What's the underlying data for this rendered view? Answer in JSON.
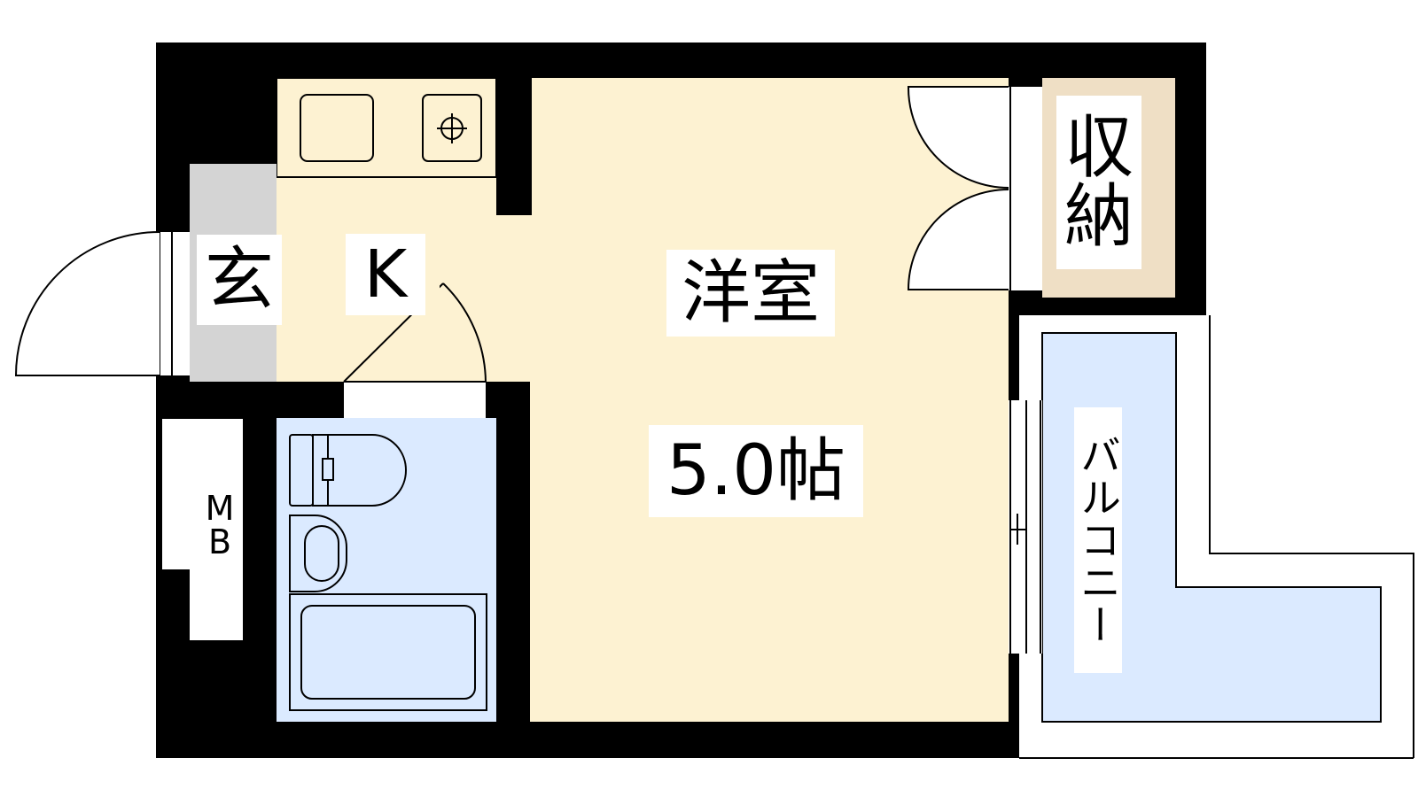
{
  "rooms": {
    "kitchen": "K",
    "entrance": "玄",
    "western_room": "洋室",
    "room_size": "5.0帖",
    "storage": "収納",
    "meter_box": "MB",
    "balcony": "バルコニー"
  },
  "colors": {
    "wall": "#000000",
    "living": "#fdf2d2",
    "wet_area": "#dbeaff",
    "storage": "#efdfc5",
    "entrance": "#d4d4d4",
    "line": "#000000"
  }
}
